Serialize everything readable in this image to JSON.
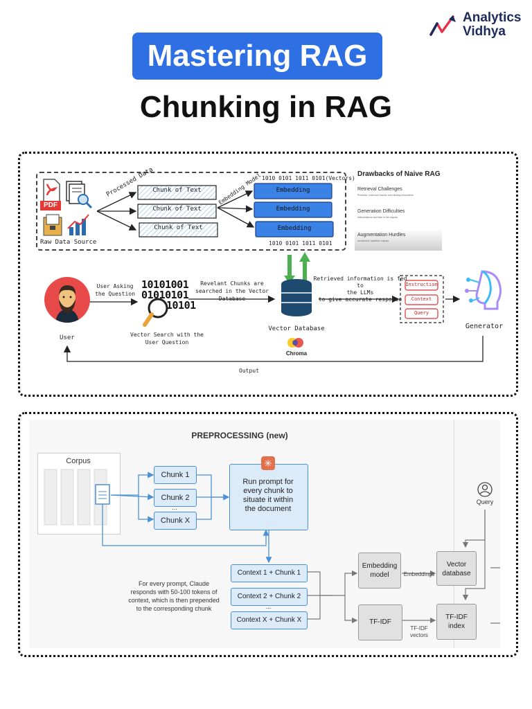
{
  "header": {
    "title": "Mastering RAG",
    "subtitle": "Chunking in RAG",
    "logo_line1": "Analytics",
    "logo_line2": "Vidhya"
  },
  "top_diagram": {
    "raw_data_label": "Raw Data Source",
    "pdf_label": "PDF",
    "processed_data_label": "Processed Data",
    "embedding_model_label": "Embedding Model",
    "chunks": [
      "Chunk of Text",
      "Chunk of Text",
      "Chunk of Text"
    ],
    "embeddings": [
      "Embedding",
      "Embedding",
      "Embedding"
    ],
    "vectors_top": "1010 0101 1011 0101(Vectors)",
    "vectors_bottom": "1010 0101 1011 0101",
    "drawbacks": {
      "title": "Drawbacks of Naive RAG",
      "items": [
        {
          "heading": "Retrieval Challenges",
          "detail": "Precision, irrelevant chunks and missing information"
        },
        {
          "heading": "Generation Difficulties",
          "detail": "Hallucinations and bias in the outputs"
        },
        {
          "heading": "Augmentation Hurdles",
          "detail": "Incoherent, repetitive outputs"
        }
      ]
    },
    "user_label": "User",
    "user_asking": [
      "User Asking",
      "the Question"
    ],
    "binary_lines": [
      "10101001",
      "01010101",
      "10101"
    ],
    "vector_search": [
      "Vector Search with the",
      "User Question"
    ],
    "relevant_chunks": [
      "Revelant Chunks are",
      "searched in the Vector Database"
    ],
    "vector_db_label": "Vector Database",
    "chroma_label": "Chroma",
    "retrieved_info": [
      "Retrieved information is fed to",
      "the LLMs",
      "to give accurate response"
    ],
    "prompt_parts": [
      "Instruction",
      "Context",
      "Query"
    ],
    "generator_label": "Generator",
    "output_label": "Output"
  },
  "bottom_diagram": {
    "section_title": "PREPROCESSING (new)",
    "corpus_label": "Corpus",
    "chunks": [
      "Chunk 1",
      "Chunk 2",
      "Chunk X"
    ],
    "ellipsis": "...",
    "prompt_box": [
      "Run prompt for",
      "every chunk to",
      "situate it within",
      "the document"
    ],
    "contexts": [
      "Context 1 + Chunk 1",
      "Context 2 + Chunk 2",
      "Context X + Chunk X"
    ],
    "note": [
      "For every prompt, Claude",
      "responds with 50-100 tokens of",
      "context, which is then prepended",
      "to the corresponding chunk"
    ],
    "embedding_model": [
      "Embedding",
      "model"
    ],
    "embeddings_label": "Embeddings",
    "vector_database": [
      "Vector",
      "database"
    ],
    "tfidf": "TF-IDF",
    "tfidf_vectors": [
      "TF-IDF",
      "vectors"
    ],
    "tfidf_index": [
      "TF-IDF",
      "index"
    ],
    "query_label": "Query"
  },
  "colors": {
    "accent_blue": "#2f6fe4",
    "logo_navy": "#1d2a5c",
    "logo_red": "#e5334b",
    "embedding_blue": "#3b82e6",
    "arrow_green": "#4caf50",
    "prompt_red": "#e03131",
    "anthropic_orange": "#e2704a"
  }
}
